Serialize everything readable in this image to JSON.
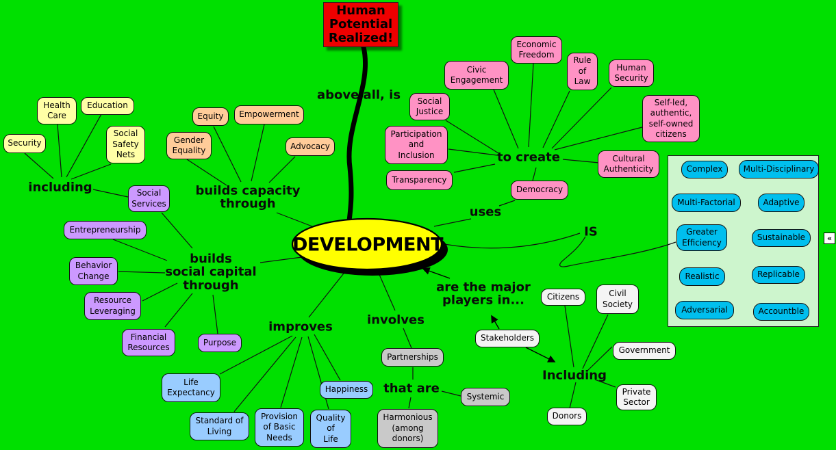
{
  "colors": {
    "background": "#00e000",
    "panel_bg": "#cdf5cd",
    "node_yellow": "#ffffa6",
    "node_orange": "#ffcc99",
    "node_pink": "#ff92c4",
    "node_purple": "#cc99ff",
    "node_blue": "#99ccff",
    "node_cyan": "#00bfee",
    "node_gray": "#c9c9c9",
    "node_white": "#f4f4f4",
    "node_red": "#ee0000",
    "center_fill": "#ffff00"
  },
  "center": {
    "label": "DEVELOPMENT"
  },
  "goal": {
    "label": "Human\nPotential\nRealized!"
  },
  "links": {
    "above_all_is": "above all, is",
    "including_services": "including",
    "builds_capacity": "builds capacity\nthrough",
    "builds_social_capital": "builds\nsocial capital\nthrough",
    "improves": "improves",
    "involves": "involves",
    "that_are": "that are",
    "uses": "uses",
    "to_create": "to create",
    "is": "IS",
    "major_players": "are the major\nplayers in...",
    "including_stakeholders": "Including"
  },
  "nodes": {
    "security": "Security",
    "health_care": "Health\nCare",
    "education": "Education",
    "social_safety_nets": "Social\nSafety\nNets",
    "social_services": "Social\nServices",
    "entrepreneurship": "Entrepreneurship",
    "behavior_change": "Behavior\nChange",
    "resource_leveraging": "Resource\nLeveraging",
    "financial_resources": "Financial\nResources",
    "purpose": "Purpose",
    "equity": "Equity",
    "empowerment": "Empowerment",
    "gender_equality": "Gender\nEquality",
    "advocacy": "Advocacy",
    "economic_freedom": "Economic\nFreedom",
    "civic_engagement": "Civic\nEngagement",
    "rule_of_law": "Rule\nof\nLaw",
    "human_security": "Human\nSecurity",
    "social_justice": "Social\nJustice",
    "participation_inclusion": "Participation\nand\nInclusion",
    "transparency": "Transparency",
    "self_led_citizens": "Self-led,\nauthentic,\nself-owned\ncitizens",
    "cultural_authenticity": "Cultural\nAuthenticity",
    "democracy": "Democracy",
    "life_expectancy": "Life\nExpectancy",
    "standard_of_living": "Standard of\nLiving",
    "provision_basic_needs": "Provision\nof Basic\nNeeds",
    "quality_of_life": "Quality\nof\nLife",
    "happiness": "Happiness",
    "partnerships": "Partnerships",
    "systemic": "Systemic",
    "harmonious_donors": "Harmonious\n(among\ndonors)",
    "stakeholders": "Stakeholders",
    "citizens": "Citizens",
    "civil_society": "Civil\nSociety",
    "government": "Government",
    "private_sector": "Private\nSector",
    "donors": "Donors"
  },
  "panel": {
    "items": [
      "Complex",
      "Multi-Disciplinary",
      "Multi-Factorial",
      "Adaptive",
      "Greater\nEfficiency",
      "Sustainable",
      "Realistic",
      "Replicable",
      "Adversarial",
      "Accountble"
    ],
    "collapse_glyph": "«"
  }
}
